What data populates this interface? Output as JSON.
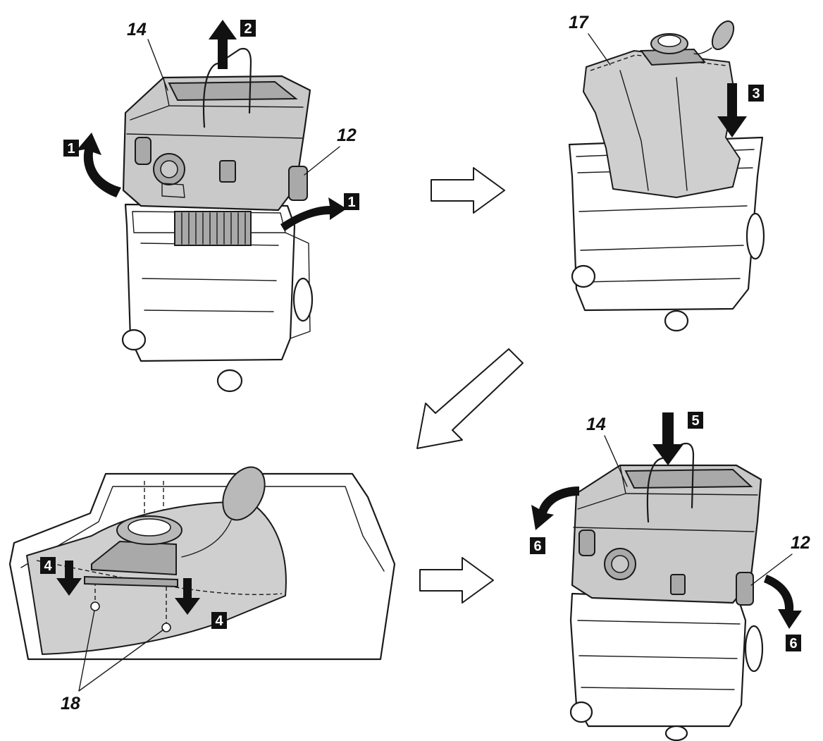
{
  "panels": {
    "top_left": {
      "part_labels": [
        "14",
        "12"
      ],
      "steps": [
        "1",
        "2",
        "1"
      ]
    },
    "top_right": {
      "part_labels": [
        "17"
      ],
      "steps": [
        "3"
      ]
    },
    "bottom_left": {
      "part_labels": [
        "18"
      ],
      "steps": [
        "4",
        "4"
      ]
    },
    "bottom_right": {
      "part_labels": [
        "14",
        "12"
      ],
      "steps": [
        "5",
        "6",
        "6"
      ]
    }
  }
}
